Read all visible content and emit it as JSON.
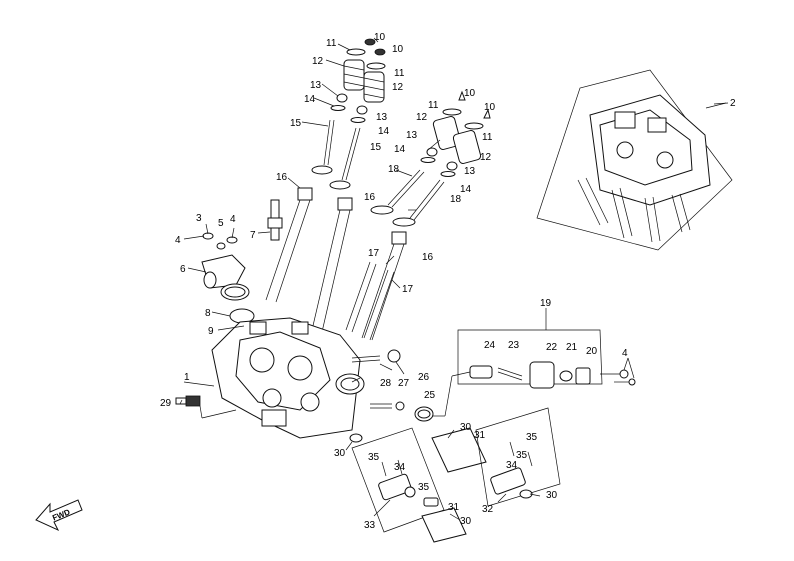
{
  "diagram": {
    "callouts": [
      "1",
      "2",
      "3",
      "4",
      "5",
      "6",
      "7",
      "8",
      "9",
      "10",
      "11",
      "12",
      "13",
      "14",
      "15",
      "16",
      "17",
      "18",
      "19",
      "20",
      "21",
      "22",
      "23",
      "24",
      "25",
      "26",
      "27",
      "28",
      "29",
      "30",
      "31",
      "32",
      "33",
      "34",
      "35"
    ],
    "fwd_label": "FWD"
  }
}
